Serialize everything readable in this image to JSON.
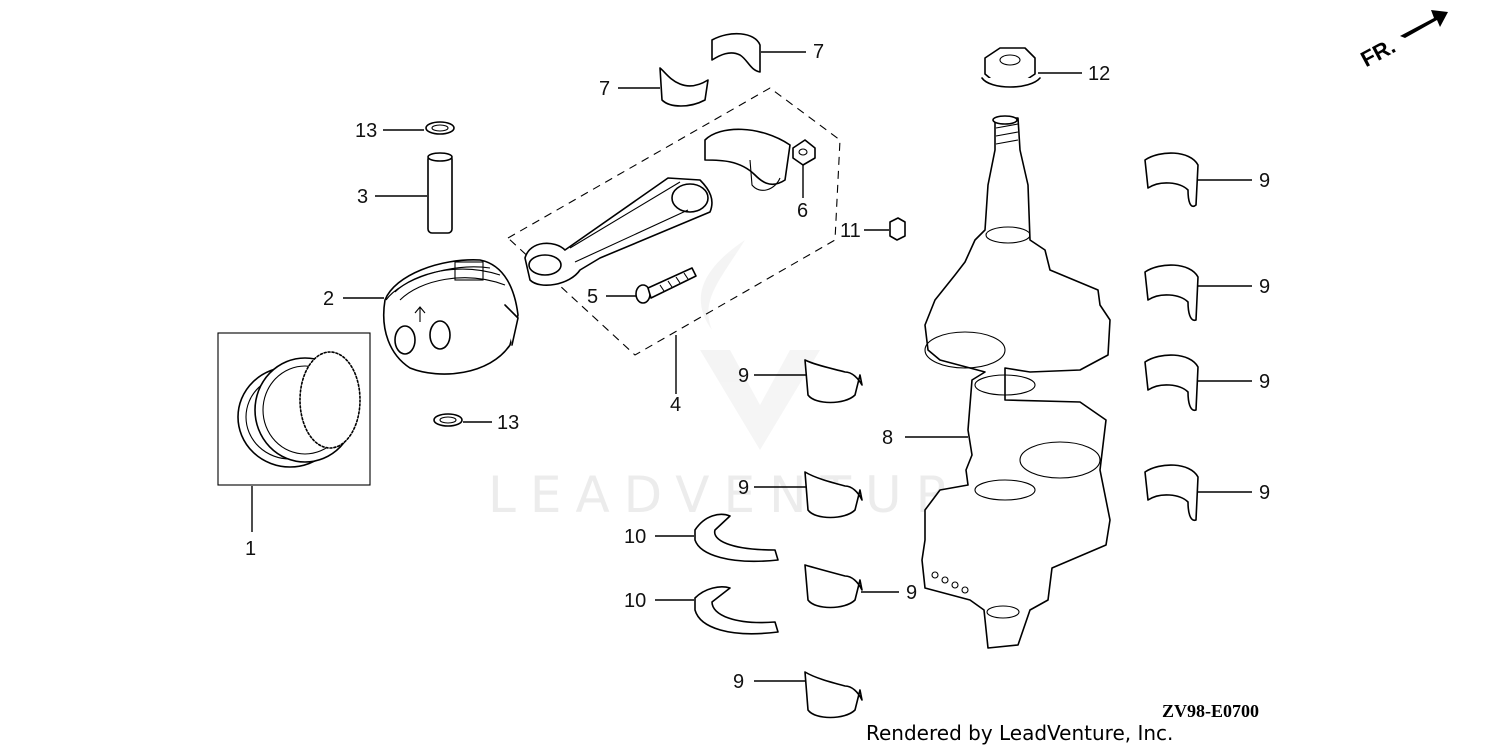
{
  "diagram": {
    "code": "ZV98-E0700",
    "credit": "Rendered by LeadVenture, Inc.",
    "watermark": "LEADVENTURE",
    "orientation": "FR.",
    "callouts": {
      "c1": "1",
      "c2": "2",
      "c3": "3",
      "c4": "4",
      "c5": "5",
      "c6": "6",
      "c7a": "7",
      "c7b": "7",
      "c8": "8",
      "c9a": "9",
      "c9b": "9",
      "c9c": "9",
      "c9d": "9",
      "c9e": "9",
      "c9f": "9",
      "c9g": "9",
      "c9h": "9",
      "c10a": "10",
      "c10b": "10",
      "c11": "11",
      "c12": "12",
      "c13a": "13",
      "c13b": "13"
    }
  }
}
